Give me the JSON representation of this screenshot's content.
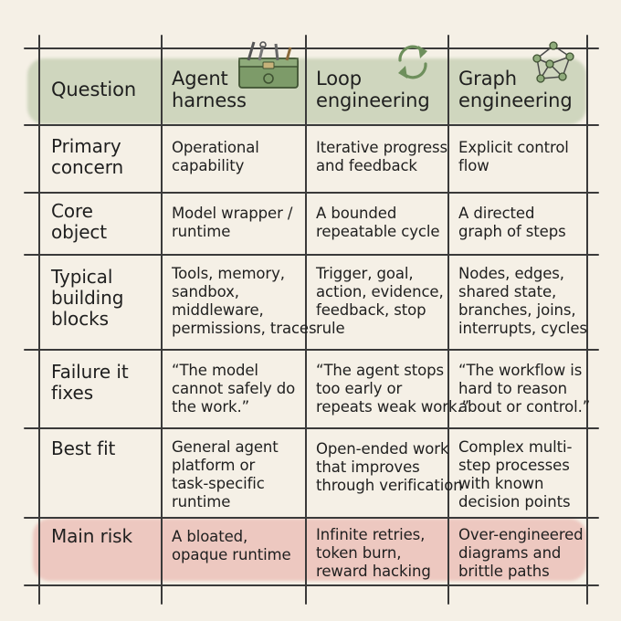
{
  "table": {
    "headers": {
      "question": "Question",
      "agent": "Agent\nharness",
      "loop": "Loop\nengineering",
      "graph": "Graph\nengineering"
    },
    "rows": [
      {
        "label": "Primary\nconcern",
        "agent": "Operational\ncapability",
        "loop": "Iterative progress\nand feedback",
        "graph": "Explicit control\nflow"
      },
      {
        "label": "Core\nobject",
        "agent": "Model wrapper /\nruntime",
        "loop": "A bounded\nrepeatable cycle",
        "graph": "A directed\ngraph of steps"
      },
      {
        "label": "Typical\nbuilding\nblocks",
        "agent": "Tools, memory,\nsandbox,\nmiddleware,\npermissions, traces",
        "loop": "Trigger, goal,\naction, evidence,\nfeedback, stop\nrule",
        "graph": "Nodes, edges,\nshared state,\nbranches, joins,\ninterrupts, cycles"
      },
      {
        "label": "Failure it\nfixes",
        "agent": "“The model\ncannot safely do\nthe work.”",
        "loop": "“The agent stops\ntoo early or\nrepeats weak work.”",
        "graph": "“The workflow is\nhard to reason\nabout or control.”"
      },
      {
        "label": "Best fit",
        "agent": "General agent\nplatform or\ntask-specific\nruntime",
        "loop": "Open-ended work\nthat improves\nthrough verification",
        "graph": "Complex multi-\nstep processes\nwith known\ndecision points"
      },
      {
        "label": "Main risk",
        "agent": "A bloated,\nopaque runtime",
        "loop": "Infinite retries,\ntoken burn,\nreward hacking",
        "graph": "Over-engineered\ndiagrams and\nbrittle paths"
      }
    ]
  },
  "icons": {
    "agent": "toolbox-icon",
    "loop": "cycle-arrows-icon",
    "graph": "network-graph-icon"
  },
  "colors": {
    "header_band": "#a9bf94",
    "risk_band": "#e8a7a3",
    "background": "#f5f0e6",
    "icon_green": "#6e8f5c"
  }
}
